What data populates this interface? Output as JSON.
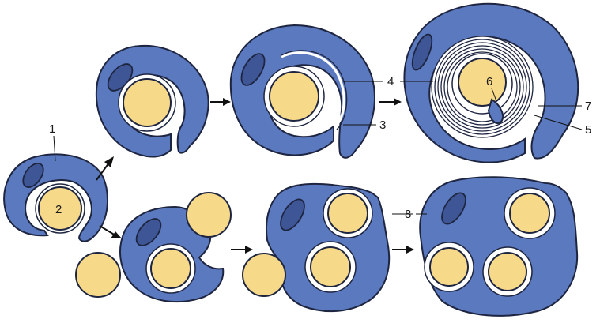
{
  "labels": {
    "l1": "1",
    "l2": "2",
    "l3": "3",
    "l4": "4",
    "l5": "5",
    "l6": "6",
    "l7": "7",
    "l8": "8"
  },
  "colors": {
    "cytoplasm": "#5b79bf",
    "nucleus": "#3f5696",
    "axon": "#f7d98a",
    "outline": "#1e2540"
  }
}
